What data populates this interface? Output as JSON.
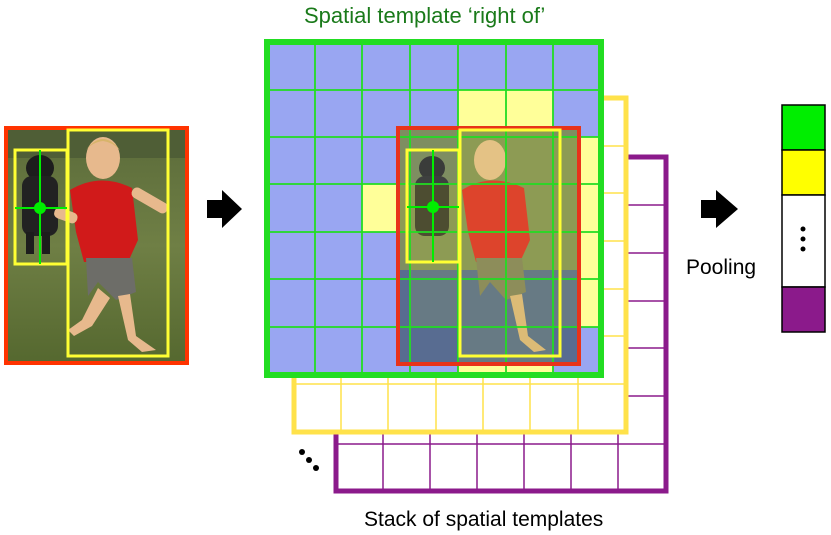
{
  "title": "Spatial template ‘right of’",
  "pooling_label": "Pooling",
  "stack_label": "Stack of spatial templates",
  "colors": {
    "title_text": "#1a7a1a",
    "template_green": "#22dd22",
    "template_yellow": "#ffee55",
    "template_purple": "#8b1a8b",
    "grid_blue": "#99a6f2",
    "grid_yellow": "#ffff99",
    "box_red": "#ff3300",
    "box_yellow": "#ffff33",
    "vector_green": "#00ee00",
    "vector_yellow": "#ffff00",
    "vector_purple": "#8b1a8b"
  },
  "icons": {
    "arrow": "right-arrow-icon",
    "photo": "photo-child-and-dog",
    "dots": "ellipsis-icon"
  }
}
